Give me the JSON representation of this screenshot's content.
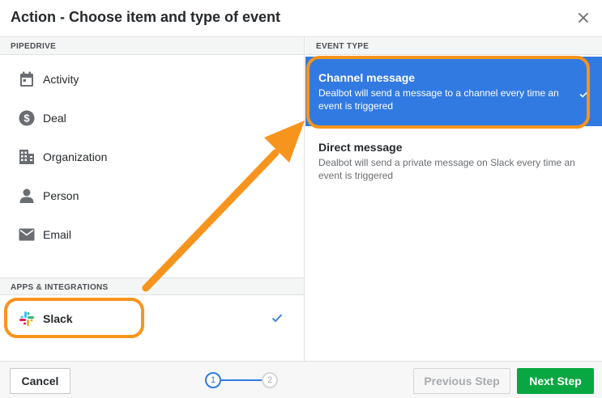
{
  "dialog": {
    "title": "Action - Choose item and type of event"
  },
  "left": {
    "pipedrive_header": "PIPEDRIVE",
    "items": [
      {
        "label": "Activity",
        "icon": "calendar-icon"
      },
      {
        "label": "Deal",
        "icon": "dollar-icon"
      },
      {
        "label": "Organization",
        "icon": "building-icon"
      },
      {
        "label": "Person",
        "icon": "person-icon"
      },
      {
        "label": "Email",
        "icon": "envelope-icon"
      }
    ],
    "apps_header": "APPS & INTEGRATIONS",
    "apps": [
      {
        "label": "Slack",
        "icon": "slack-icon",
        "selected": true
      }
    ]
  },
  "right": {
    "event_header": "EVENT TYPE",
    "events": [
      {
        "title": "Channel message",
        "description": "Dealbot will send a message to a channel every time an event is triggered",
        "selected": true
      },
      {
        "title": "Direct message",
        "description": "Dealbot will send a private message on Slack every time an event is triggered",
        "selected": false
      }
    ]
  },
  "footer": {
    "cancel": "Cancel",
    "previous": "Previous Step",
    "next": "Next Step",
    "steps": [
      "1",
      "2"
    ],
    "current_step": 1
  },
  "colors": {
    "selected_blue": "#317ae2",
    "next_green": "#08a742",
    "highlight_orange": "#f7941d"
  }
}
